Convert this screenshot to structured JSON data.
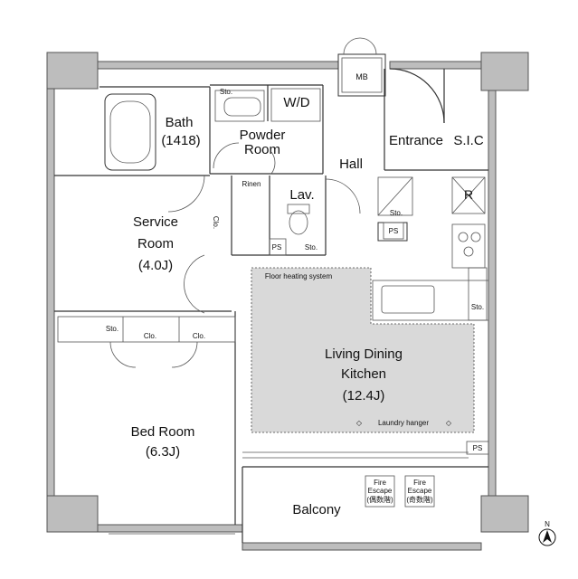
{
  "rooms": {
    "bath": "Bath",
    "bath_size": "(1418)",
    "powder_room_1": "Powder",
    "powder_room_2": "Room",
    "wd": "W/D",
    "entrance": "Entrance",
    "sic": "S.I.C",
    "hall": "Hall",
    "mb": "MB",
    "lav": "Lav.",
    "rinen": "Rinen",
    "service_room_1": "Service",
    "service_room_2": "Room",
    "service_room_size": "(4.0J)",
    "ldk_1": "Living Dining",
    "ldk_2": "Kitchen",
    "ldk_size": "(12.4J)",
    "floor_heating": "Floor heating system",
    "laundry_hanger": "Laundry hanger",
    "bed_room": "Bed Room",
    "bed_room_size": "(6.3J)",
    "balcony": "Balcony",
    "refrigerator": "R"
  },
  "labels": {
    "sto": "Sto.",
    "clo": "Clo.",
    "ps": "PS",
    "fire_escape_1": "Fire",
    "fire_escape_2": "Escape",
    "fire_escape_left": "(偶数階)",
    "fire_escape_right": "(奇数階)",
    "north": "N"
  },
  "colors": {
    "wall_gray": "#bdbdbd",
    "floor_heating_gray": "#d9d9d9"
  }
}
